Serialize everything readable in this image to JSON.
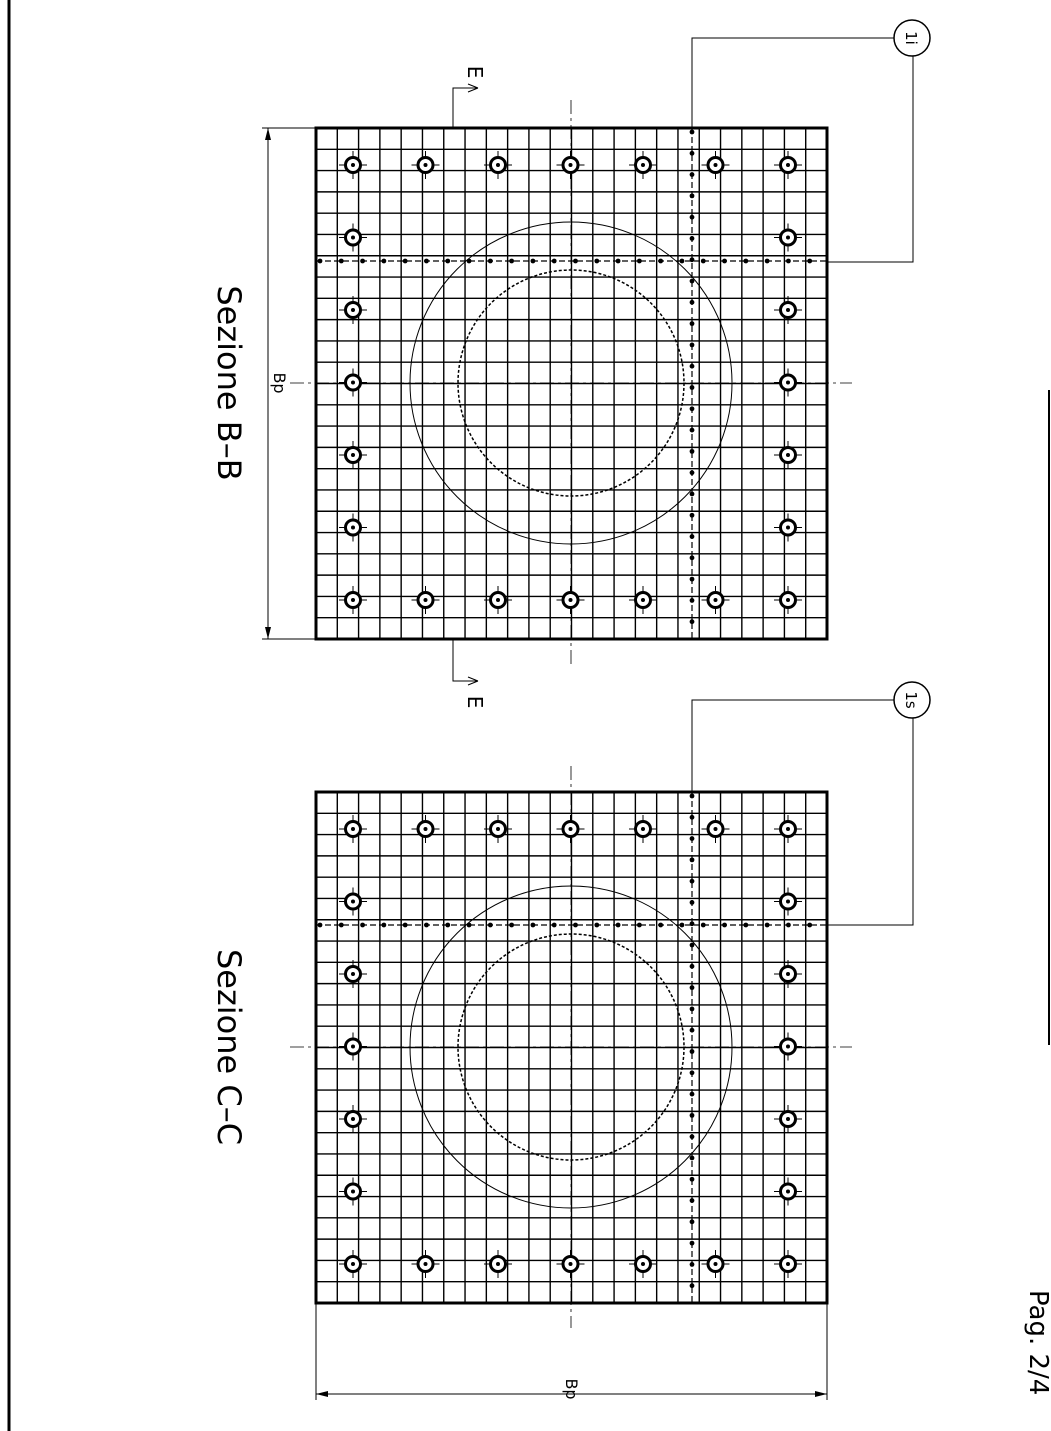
{
  "drawing": {
    "sections": [
      {
        "title": "Sezione  B–B",
        "dimension_label": "Bp",
        "callout": "1i",
        "cut_label_top": "E",
        "cut_label_bottom": "E"
      },
      {
        "title": "Sezione  C–C",
        "dimension_label": "Bp",
        "callout": "1s"
      }
    ],
    "page_label": "Pag.  2/4",
    "ink_color": "#000000",
    "paper_color": "#ffffff"
  }
}
